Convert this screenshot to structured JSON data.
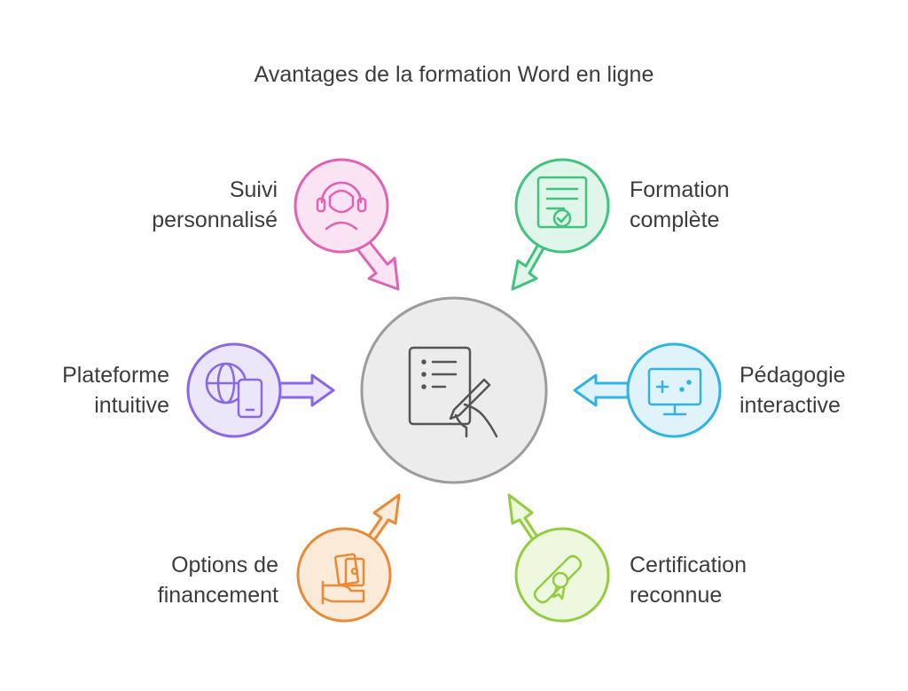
{
  "title": "Avantages de la formation Word en ligne",
  "center": {
    "icon": "document-writing-hand-icon"
  },
  "items": [
    {
      "line1": "Suivi",
      "line2": "personnalisé",
      "icon": "headset-support-icon",
      "color": "#e062b5"
    },
    {
      "line1": "Formation",
      "line2": "complète",
      "icon": "certificate-document-icon",
      "color": "#3fc37e"
    },
    {
      "line1": "Plateforme",
      "line2": "intuitive",
      "icon": "globe-mobile-icon",
      "color": "#8a67e6"
    },
    {
      "line1": "Pédagogie",
      "line2": "interactive",
      "icon": "monitor-interactive-icon",
      "color": "#2fb3e3"
    },
    {
      "line1": "Options de",
      "line2": "financement",
      "icon": "hand-money-icon",
      "color": "#ea8a36"
    },
    {
      "line1": "Certification",
      "line2": "reconnue",
      "icon": "diploma-scroll-icon",
      "color": "#93cd3f"
    }
  ]
}
